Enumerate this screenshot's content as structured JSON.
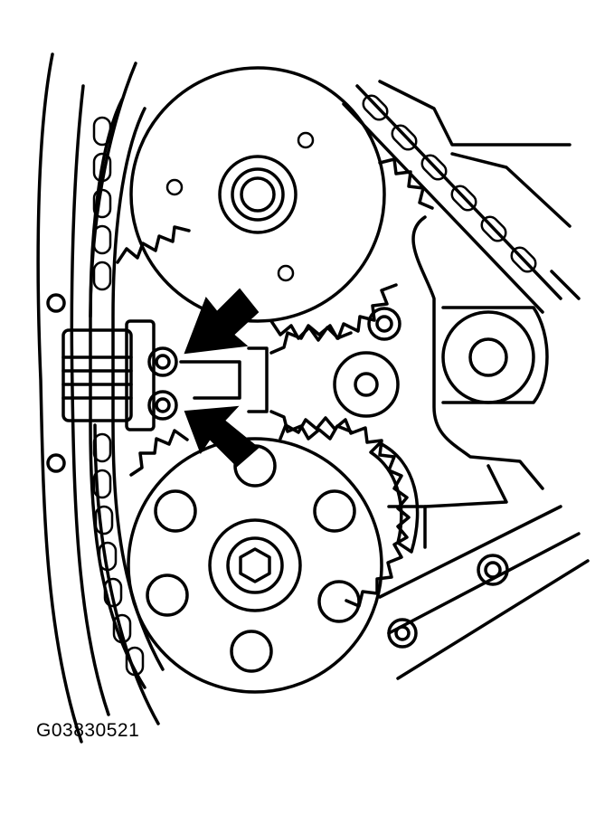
{
  "figure": {
    "id_label": "G03830521",
    "ink_color": "#000000",
    "background_color": "#ffffff",
    "callout_arrow_count": 2,
    "arrow_style": "solid-black"
  }
}
